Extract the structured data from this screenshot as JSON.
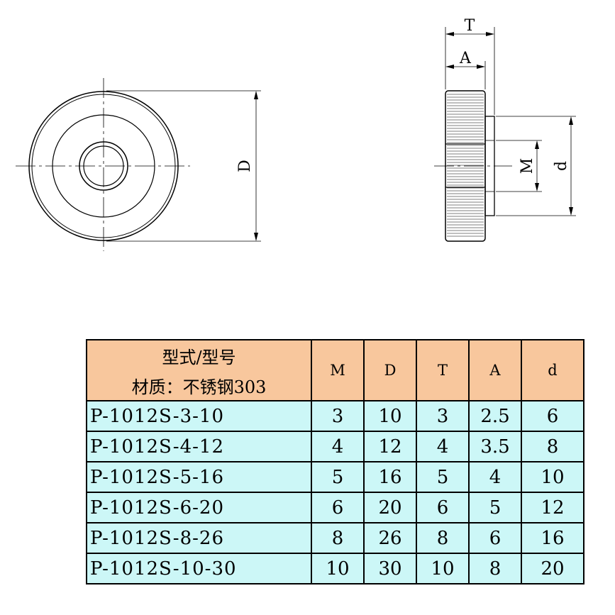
{
  "drawing": {
    "front_view": {
      "dim_label": "D"
    },
    "side_view": {
      "dim_T": "T",
      "dim_A": "A",
      "dim_M": "M",
      "dim_d": "d"
    }
  },
  "table": {
    "model_header_line1": "型式/型号",
    "model_header_line2": "材质：不锈钢303",
    "columns": [
      "M",
      "D",
      "T",
      "A",
      "d"
    ],
    "rows": [
      {
        "model": "P-1012S-3-10",
        "values": [
          "3",
          "10",
          "3",
          "2.5",
          "6"
        ]
      },
      {
        "model": "P-1012S-4-12",
        "values": [
          "4",
          "12",
          "4",
          "3.5",
          "8"
        ]
      },
      {
        "model": "P-1012S-5-16",
        "values": [
          "5",
          "16",
          "5",
          "4",
          "10"
        ]
      },
      {
        "model": "P-1012S-6-20",
        "values": [
          "6",
          "20",
          "6",
          "5",
          "12"
        ]
      },
      {
        "model": "P-1012S-8-26",
        "values": [
          "8",
          "26",
          "8",
          "6",
          "16"
        ]
      },
      {
        "model": "P-1012S-10-30",
        "values": [
          "10",
          "30",
          "10",
          "8",
          "20"
        ]
      }
    ],
    "colors": {
      "header_bg": "#f8c79d",
      "row_bg": "#ccf7f7"
    }
  }
}
